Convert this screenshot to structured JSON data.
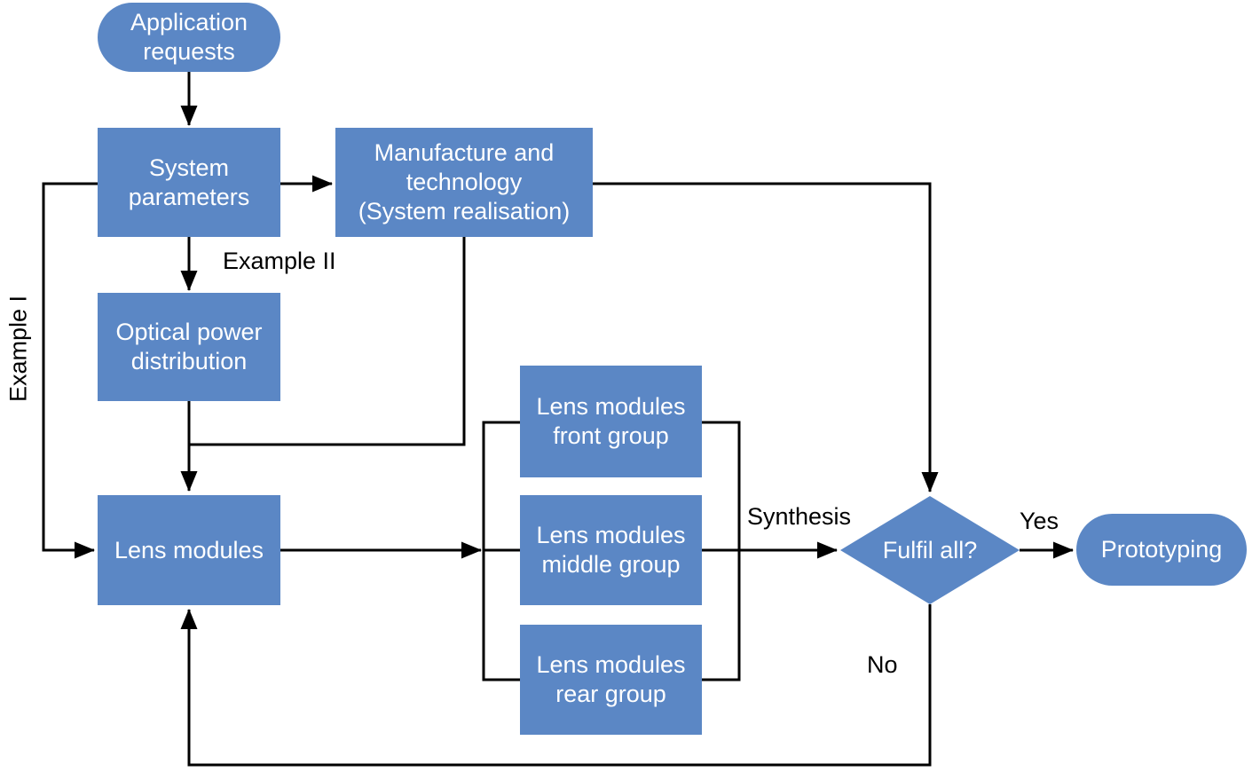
{
  "colors": {
    "node_fill": "#5b87c5",
    "node_text": "#ffffff",
    "connector": "#000000",
    "label_text": "#000000"
  },
  "nodes": {
    "application_requests": {
      "label": "Application\nrequests",
      "shape": "stadium"
    },
    "system_parameters": {
      "label": "System\nparameters",
      "shape": "rect"
    },
    "manufacture_technology": {
      "label": "Manufacture and\ntechnology\n(System realisation)",
      "shape": "rect"
    },
    "optical_power_distribution": {
      "label": "Optical power\ndistribution",
      "shape": "rect"
    },
    "lens_modules": {
      "label": "Lens modules",
      "shape": "rect"
    },
    "lens_modules_front": {
      "label": "Lens modules\nfront group",
      "shape": "rect"
    },
    "lens_modules_middle": {
      "label": "Lens modules\nmiddle group",
      "shape": "rect"
    },
    "lens_modules_rear": {
      "label": "Lens modules\nrear group",
      "shape": "rect"
    },
    "fulfil_all": {
      "label": "Fulfil all?",
      "shape": "diamond"
    },
    "prototyping": {
      "label": "Prototyping",
      "shape": "stadium"
    }
  },
  "edge_labels": {
    "example_1": "Example I",
    "example_2": "Example II",
    "synthesis": "Synthesis",
    "yes": "Yes",
    "no": "No"
  }
}
